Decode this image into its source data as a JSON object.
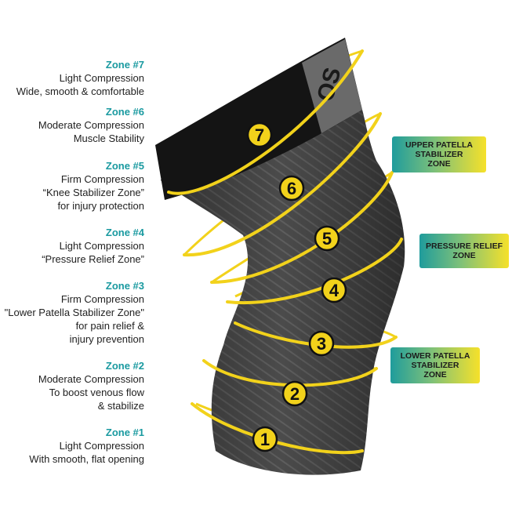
{
  "zones": [
    {
      "title": "Zone #7",
      "lines": [
        "Light Compression",
        "Wide, smooth & comfortable"
      ]
    },
    {
      "title": "Zone #6",
      "lines": [
        "Moderate Compression",
        "Muscle Stability"
      ]
    },
    {
      "title": "Zone #5",
      "lines": [
        "Firm Compression",
        "“Knee Stabilizer Zone”",
        "for injury protection"
      ]
    },
    {
      "title": "Zone #4",
      "lines": [
        "Light Compression",
        "“Pressure Relief Zone”"
      ]
    },
    {
      "title": "Zone #3",
      "lines": [
        "Firm Compression",
        "\"Lower Patella Stabilizer Zone\"",
        "for  pain relief &",
        "injury prevention"
      ]
    },
    {
      "title": "Zone #2",
      "lines": [
        "Moderate Compression",
        "To boost venous flow",
        "& stabilize"
      ]
    },
    {
      "title": "Zone #1",
      "lines": [
        "Light Compression",
        "With smooth, flat opening"
      ]
    }
  ],
  "callouts": [
    {
      "lines": [
        "UPPER PATELLA",
        "STABILIZER",
        "ZONE"
      ]
    },
    {
      "lines": [
        "PRESSURE RELIEF",
        "ZONE"
      ]
    },
    {
      "lines": [
        "LOWER PATELLA",
        "STABILIZER",
        "ZONE"
      ]
    }
  ],
  "badges": [
    "7",
    "6",
    "5",
    "4",
    "3",
    "2",
    "1"
  ],
  "logo_text": "OS",
  "colors": {
    "zone_title": "#1a9aa0",
    "ring": "#f2d21b",
    "sleeve": "#4a4a4a",
    "band": "#111111",
    "callout_start": "#1f9c9c",
    "callout_end": "#f6e12a"
  }
}
